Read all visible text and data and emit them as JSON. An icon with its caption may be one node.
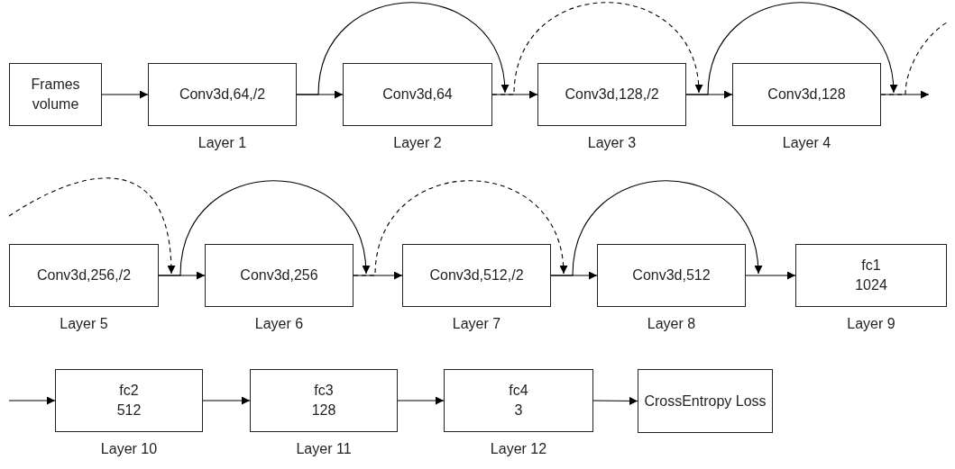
{
  "diagram": {
    "nodes": [
      {
        "text": [
          "Frames volume"
        ]
      },
      {
        "text": [
          "Conv3d,64,/2"
        ],
        "beside": [
          "Layer 1"
        ]
      },
      {
        "text": [
          "Conv3d,64"
        ],
        "beside": [
          "Layer 2"
        ]
      },
      {
        "text": [
          "Conv3d,128,/2"
        ],
        "beside": [
          "Layer 3"
        ]
      },
      {
        "text": [
          "Conv3d,128"
        ],
        "beside": [
          "Layer 4"
        ]
      },
      {
        "text": [
          "Conv3d,256,/2"
        ],
        "beside": [
          "Layer 5"
        ]
      },
      {
        "text": [
          "Conv3d,256"
        ],
        "beside": [
          "Layer 6"
        ]
      },
      {
        "text": [
          "Conv3d,512,/2"
        ],
        "beside": [
          "Layer 7"
        ]
      },
      {
        "text": [
          "Conv3d,512"
        ],
        "beside": [
          "Layer 8"
        ]
      },
      {
        "text": [
          "fc1",
          "1024"
        ],
        "beside": [
          "Layer 9"
        ]
      },
      {
        "text": [
          "fc2",
          "512"
        ],
        "beside": [
          "Layer 10"
        ]
      },
      {
        "text": [
          "fc3",
          "128"
        ],
        "beside": [
          "Layer 11"
        ]
      },
      {
        "text": [
          "fc4",
          "3"
        ],
        "beside": [
          "Layer 12"
        ]
      },
      {
        "text": [
          "CrossEntropy Loss"
        ]
      }
    ],
    "edges": [
      {
        "from": 0,
        "to": 1,
        "arrow": "to"
      },
      {
        "from": 1,
        "to": 2,
        "arrow": "to"
      },
      {
        "from": 2,
        "to": 3,
        "arrow": "to"
      },
      {
        "from": 3,
        "to": 4,
        "arrow": "to"
      },
      {
        "from": 4,
        "to": null,
        "arrow": "to"
      },
      {
        "from": 5,
        "to": 6,
        "arrow": "to"
      },
      {
        "from": 6,
        "to": 7,
        "arrow": "to"
      },
      {
        "from": 7,
        "to": 8,
        "arrow": "to"
      },
      {
        "from": 8,
        "to": 9,
        "arrow": "to"
      },
      {
        "from": null,
        "to": 10,
        "arrow": "to"
      },
      {
        "from": 10,
        "to": 11,
        "arrow": "to"
      },
      {
        "from": 11,
        "to": 12,
        "arrow": "to"
      },
      {
        "from": 12,
        "to": 13,
        "arrow": "to"
      },
      {
        "from": 1,
        "to": 2,
        "arrow": "to"
      },
      {
        "from": 2,
        "to": 3,
        "arrow": "to",
        "style": "dashed"
      },
      {
        "from": 3,
        "to": 4,
        "arrow": "to"
      },
      {
        "from": 4,
        "to": null,
        "arrow": "none",
        "style": "dashed"
      },
      {
        "from": null,
        "to": 5,
        "arrow": "to",
        "style": "dashed"
      },
      {
        "from": 5,
        "to": 6,
        "arrow": "to"
      },
      {
        "from": 6,
        "to": 7,
        "arrow": "to",
        "style": "dashed"
      },
      {
        "from": 7,
        "to": 8,
        "arrow": "to"
      }
    ]
  }
}
